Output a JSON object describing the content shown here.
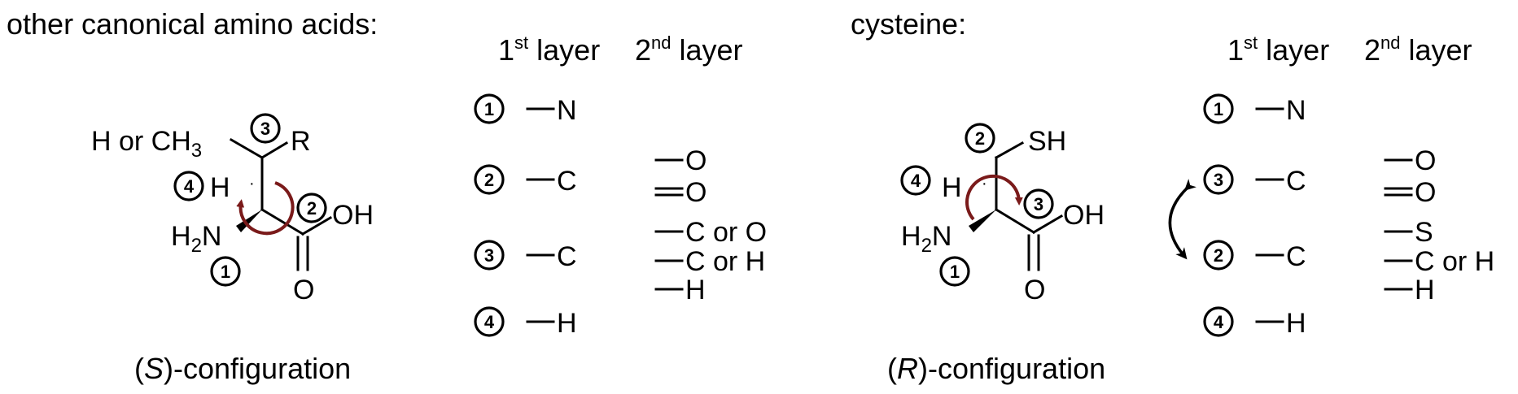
{
  "left": {
    "title": "other canonical amino acids:",
    "header": {
      "first": "1",
      "first_sup": "st",
      "first_rest": " layer",
      "second": "2",
      "second_sup": "nd",
      "second_rest": " layer"
    },
    "molecule": {
      "h_or_ch3": "H or CH",
      "sub3": "3",
      "r": "R",
      "h": "H",
      "h2n_h": "H",
      "h2n_sub": "2",
      "h2n_n": "N",
      "oh": "OH",
      "o": "O",
      "markers": {
        "r": "3",
        "h": "4",
        "cooh": "2",
        "nh2": "1"
      }
    },
    "rows": [
      {
        "rank": "1",
        "first": "N",
        "second": []
      },
      {
        "rank": "2",
        "first": "C",
        "second": [
          "O",
          "O"
        ]
      },
      {
        "rank": "3",
        "first": "C",
        "second": [
          "C or O",
          "C or H",
          "H"
        ]
      },
      {
        "rank": "4",
        "first": "H",
        "second": []
      }
    ],
    "configuration": {
      "prefix": "(",
      "letter": "S",
      "suffix": ")-configuration"
    }
  },
  "right": {
    "title": "cysteine:",
    "header": {
      "first": "1",
      "first_sup": "st",
      "first_rest": " layer",
      "second": "2",
      "second_sup": "nd",
      "second_rest": " layer"
    },
    "molecule": {
      "sh": "SH",
      "h": "H",
      "h2n_h": "H",
      "h2n_sub": "2",
      "h2n_n": "N",
      "oh": "OH",
      "o": "O",
      "markers": {
        "sh": "2",
        "h": "4",
        "cooh": "3",
        "nh2": "1"
      }
    },
    "rows": [
      {
        "rank": "1",
        "first": "N",
        "second": []
      },
      {
        "rank": "3",
        "first": "C",
        "second": [
          "O",
          "O"
        ]
      },
      {
        "rank": "2",
        "first": "C",
        "second": [
          "S",
          "C or H",
          "H"
        ]
      },
      {
        "rank": "4",
        "first": "H",
        "second": []
      }
    ],
    "configuration": {
      "prefix": "(",
      "letter": "R",
      "suffix": ")-configuration"
    }
  },
  "colors": {
    "rotation_arrow": "#7a1a1a",
    "ink": "#000000"
  }
}
